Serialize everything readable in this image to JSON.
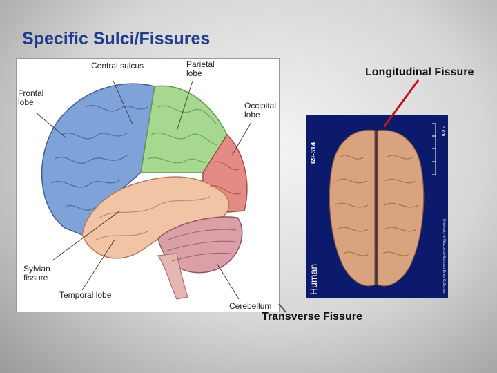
{
  "slide": {
    "title": "Specific Sulci/Fissures"
  },
  "lateral_diagram": {
    "labels": {
      "central_sulcus": "Central sulcus",
      "parietal_lobe": "Parietal lobe",
      "frontal_lobe": "Frontal lobe",
      "occipital_lobe": "Occipital lobe",
      "sylvian_fissure": "Sylvian fissure",
      "temporal_lobe": "Temporal lobe",
      "cerebellum": "Cerebellum"
    },
    "colors": {
      "frontal": "#7fa3d9",
      "parietal": "#a6d88f",
      "occipital": "#e48b86",
      "temporal": "#f2c4a6",
      "cerebellum": "#d9a0a8",
      "brainstem": "#e6b7b2"
    }
  },
  "superior_photo": {
    "specimen_id": "69-314",
    "species": "Human",
    "scale_label": "5 cm",
    "credit": "University of Wisconsin-Madison Brain Collection",
    "background": "#0b1a6b",
    "tissue_color": "#d8a37e"
  },
  "callouts": {
    "longitudinal": "Longitudinal Fissure",
    "transverse": "Transverse Fissure",
    "pointer_color": "#c0141b"
  }
}
